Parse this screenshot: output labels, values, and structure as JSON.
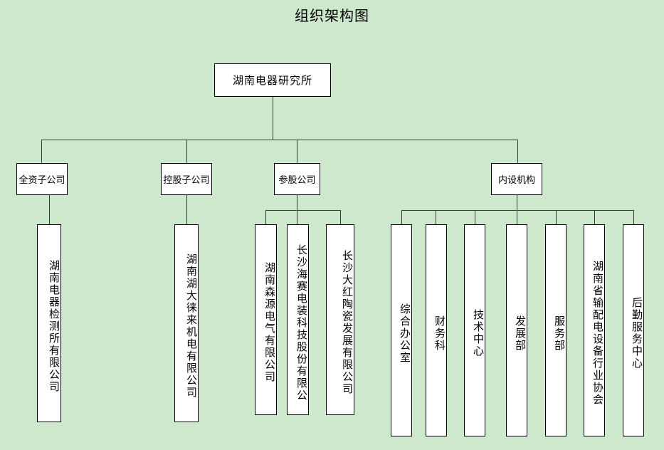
{
  "title": "组织架构图",
  "colors": {
    "background": "#cee8cd",
    "node_fill": "#ffffff",
    "node_border": "#000000",
    "connector": "#2f3b2f",
    "text": "#000000"
  },
  "root": {
    "label": "湖南电器研究所"
  },
  "branches": [
    {
      "label": "全资子公司"
    },
    {
      "label": "控股子公司"
    },
    {
      "label": "参股公司"
    },
    {
      "label": "内设机构"
    }
  ],
  "leaves": {
    "wholly_owned": [
      {
        "label": "湖南电器检测所有限公司"
      }
    ],
    "holding": [
      {
        "label": "湖南湖大徕来机电有限公司"
      }
    ],
    "equity": [
      {
        "label": "湖南森源电气有限公司"
      },
      {
        "label": "长沙海赛电装科技股份有限公"
      },
      {
        "label": "长沙大红陶瓷发展有限公司"
      }
    ],
    "internal": [
      {
        "label": "综合办公室"
      },
      {
        "label": "财务科"
      },
      {
        "label": "技术中心"
      },
      {
        "label": "发展部"
      },
      {
        "label": "服务部"
      },
      {
        "label": "湖南省输配电设备行业协会"
      },
      {
        "label": "后勤服务中心"
      }
    ]
  }
}
